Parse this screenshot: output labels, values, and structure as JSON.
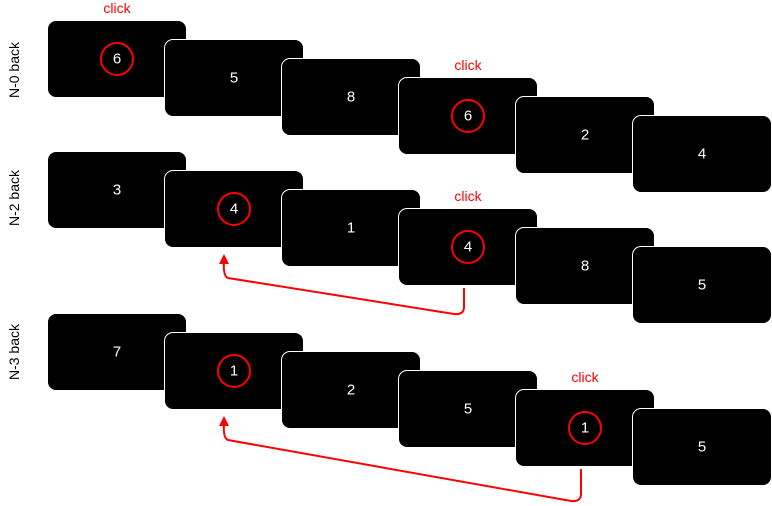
{
  "colors": {
    "card": "#000000",
    "highlight": "#ff0000",
    "text": "#ffffff"
  },
  "rows": [
    {
      "label": "N-0 back",
      "digits": [
        "6",
        "5",
        "8",
        "6",
        "2",
        "4"
      ],
      "targets": [
        0,
        3
      ],
      "clicks": [
        {
          "text": "click",
          "card": 0
        },
        {
          "text": "click",
          "card": 3
        }
      ],
      "arrow": null
    },
    {
      "label": "N-2 back",
      "digits": [
        "3",
        "4",
        "1",
        "4",
        "8",
        "5"
      ],
      "targets": [
        1,
        3
      ],
      "clicks": [
        {
          "text": "click",
          "card": 3
        }
      ],
      "arrow": {
        "from_card": 3,
        "to_card": 1
      }
    },
    {
      "label": "N-3 back",
      "digits": [
        "7",
        "1",
        "2",
        "5",
        "1",
        "5"
      ],
      "targets": [
        1,
        4
      ],
      "clicks": [
        {
          "text": "click",
          "card": 4
        }
      ],
      "arrow": {
        "from_card": 4,
        "to_card": 1
      }
    }
  ]
}
